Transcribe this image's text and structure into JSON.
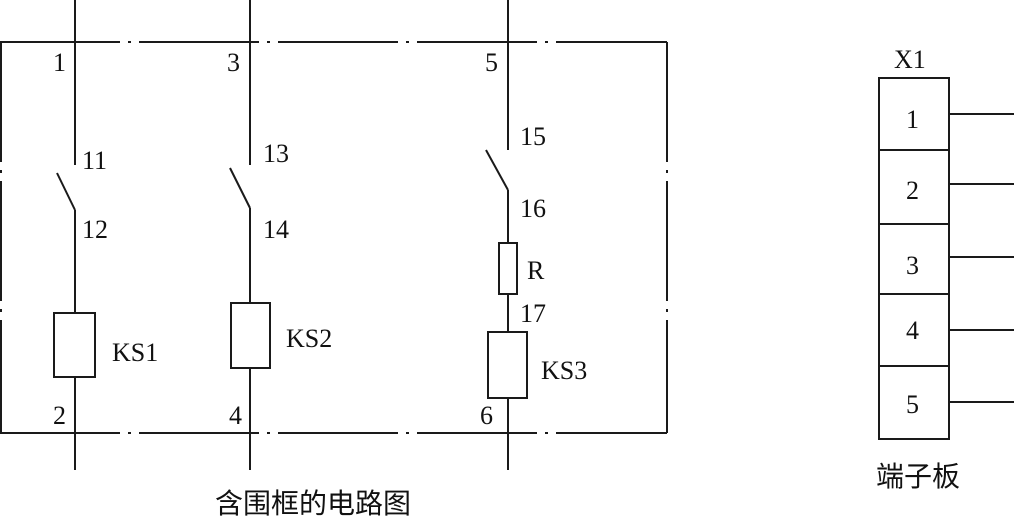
{
  "circuit": {
    "branch_left": {
      "top_node": "1",
      "contact_top": "11",
      "contact_bottom": "12",
      "coil": "KS1",
      "bottom_node": "2"
    },
    "branch_middle": {
      "top_node": "3",
      "contact_top": "13",
      "contact_bottom": "14",
      "coil": "KS2",
      "bottom_node": "4"
    },
    "branch_right": {
      "top_node": "5",
      "contact_top": "15",
      "contact_bottom": "16",
      "resistor": "R",
      "resistor_bottom": "17",
      "coil": "KS3",
      "bottom_node": "6"
    },
    "caption": "含围框的电路图"
  },
  "terminal_block": {
    "title": "X1",
    "terminals": [
      "1",
      "2",
      "3",
      "4",
      "5"
    ],
    "caption": "端子板"
  },
  "colors": {
    "line": "#1a1a1a",
    "text": "#111111",
    "background": "#ffffff"
  }
}
